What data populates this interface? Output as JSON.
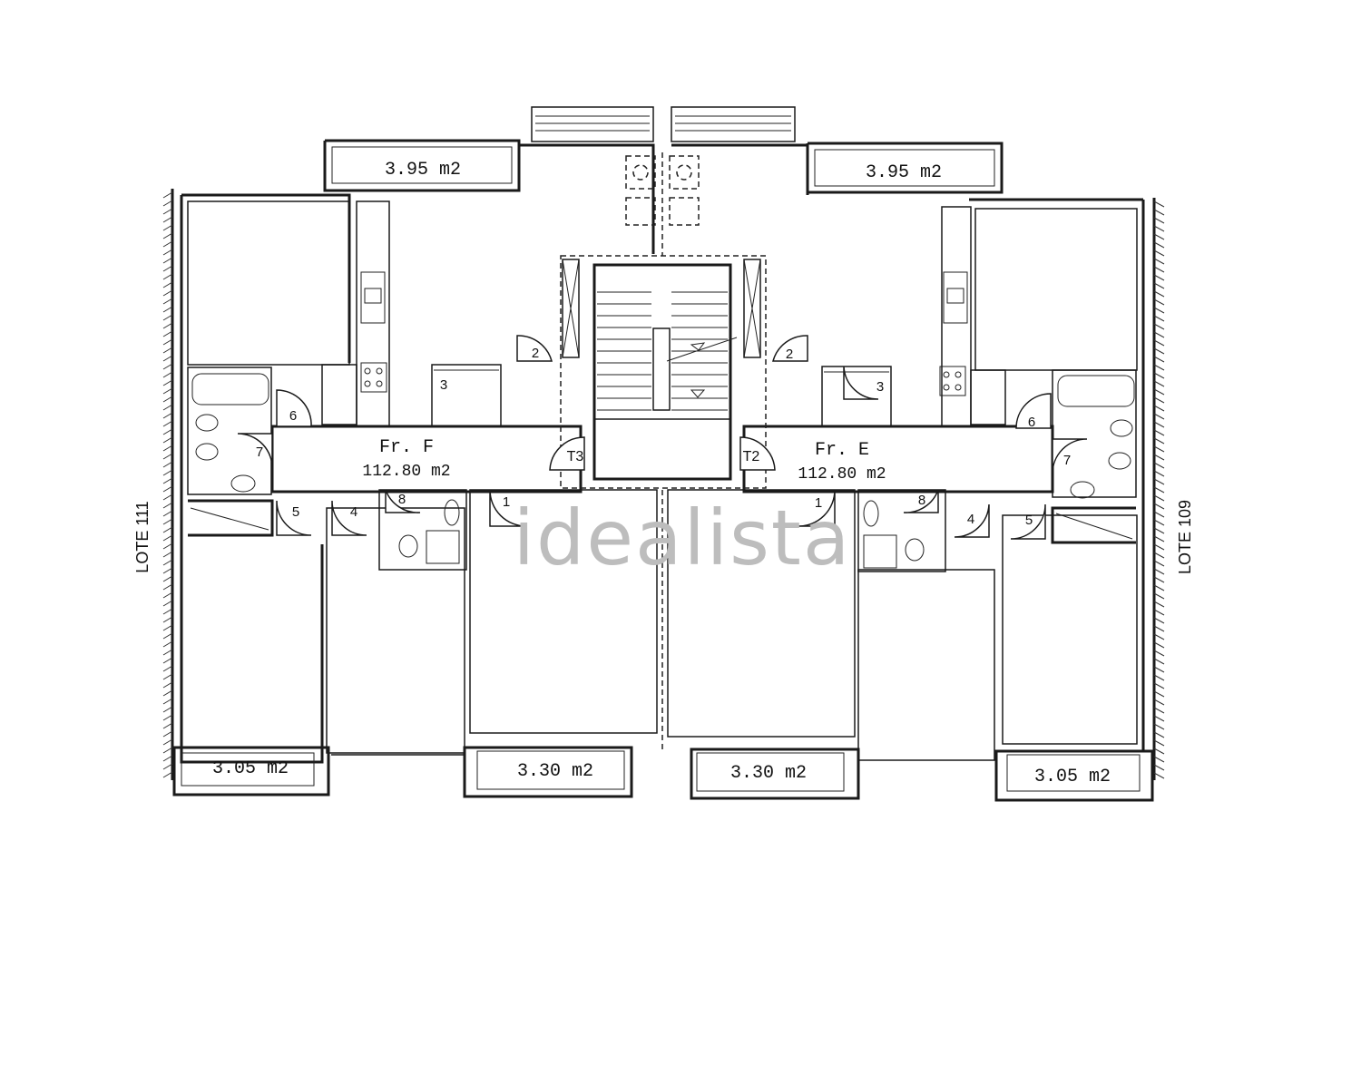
{
  "watermark": "idealista",
  "lots": {
    "left": "LOTE 111",
    "right": "LOTE 109"
  },
  "units": [
    {
      "name": "Fr.  F",
      "area": "112.80  m2"
    },
    {
      "name": "Fr.  E",
      "area": "112.80  m2"
    }
  ],
  "balconies": {
    "top_left": "3.95  m2",
    "top_right": "3.95  m2",
    "bottom_1": "3.05  m2",
    "bottom_2": "3.30  m2",
    "bottom_3": "3.30  m2",
    "bottom_4": "3.05  m2"
  },
  "doors": {
    "f1": "1",
    "f2": "2",
    "f3": "3",
    "f4": "4",
    "f5": "5",
    "f6": "6",
    "f7": "7",
    "f8": "8",
    "e1": "1",
    "e2": "2",
    "e3": "3",
    "e4": "4",
    "e5": "5",
    "e6": "6",
    "e7": "7",
    "e8": "8",
    "t3": "T3",
    "t2": "T2"
  }
}
